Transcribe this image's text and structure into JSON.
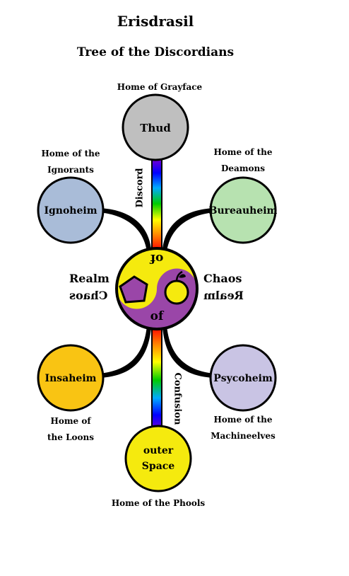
{
  "title": "Erisdrasil",
  "subtitle": "Tree of the Discordians",
  "nodes": {
    "thud": {
      "label": "Thud",
      "caption": "Home of Grayface",
      "color": "#bfbfbf"
    },
    "ignoheim": {
      "label": "Ignoheim",
      "caption": "Home of the Ignorants",
      "color": "#a9bcd8"
    },
    "bureauheim": {
      "label": "Bureauheim",
      "caption": "Home of the Deamons",
      "color": "#b7e2b0"
    },
    "insaheim": {
      "label": "Insaheim",
      "caption": "Home of the Loons",
      "color": "#f9c413"
    },
    "psycoheim": {
      "label": "Psycoheim",
      "caption": "Home of the Machineelves",
      "color": "#c9c4e4"
    },
    "outer_space": {
      "label_line1": "outer",
      "label_line2": "Space",
      "caption": "Home of the Phools",
      "color": "#f5ea0e"
    }
  },
  "center": {
    "top_text": "of",
    "bottom_text": "of",
    "left_label": "Realm",
    "left_label_mirrored": "Chaos",
    "right_label": "Chaos",
    "right_label_mirrored": "Realm",
    "purple": "#9a46a8",
    "yellow": "#f5ea0e"
  },
  "branches": {
    "upper_label": "Discord",
    "lower_label": "Confusion"
  }
}
